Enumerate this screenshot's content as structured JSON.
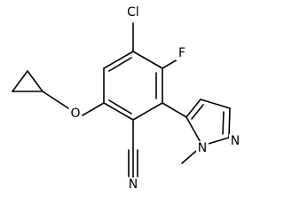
{
  "molecule": {
    "atoms": {
      "chlorine": "Cl",
      "fluorine": "F",
      "ether_oxygen": "O",
      "nitrile_nitrogen": "N",
      "pyrazole_n1": "N",
      "pyrazole_n2": "N"
    }
  }
}
